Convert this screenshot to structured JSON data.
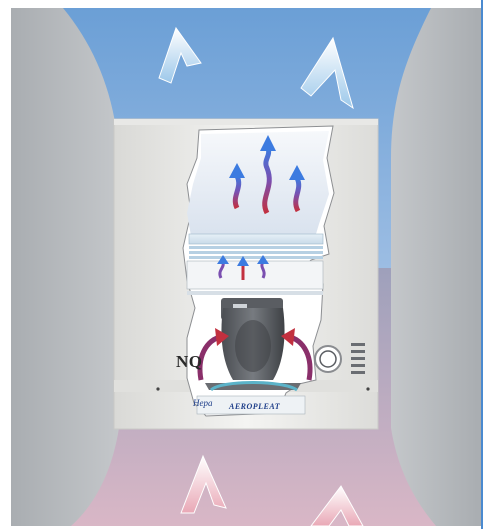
{
  "figure": {
    "side_label": "NQ",
    "brand_left": "Hepa",
    "brand_left_sub": "",
    "brand_right": "AEROPLEAT"
  },
  "colors": {
    "sky_top": "#6b9fd6",
    "sky_bottom": "#93b7e0",
    "floor_top": "#a7a3bd",
    "floor_bottom": "#d7b8c6",
    "column_gray": "#b8bcbf",
    "cabinet": "#f1f1ef",
    "arrow_blue": "#3c7be0",
    "arrow_red": "#c2303f",
    "brand_blue": "#1f3f8a"
  },
  "icons": [
    "up-arrow-icon",
    "wave-arrow-icon",
    "fan-icon",
    "gauge-icon"
  ]
}
